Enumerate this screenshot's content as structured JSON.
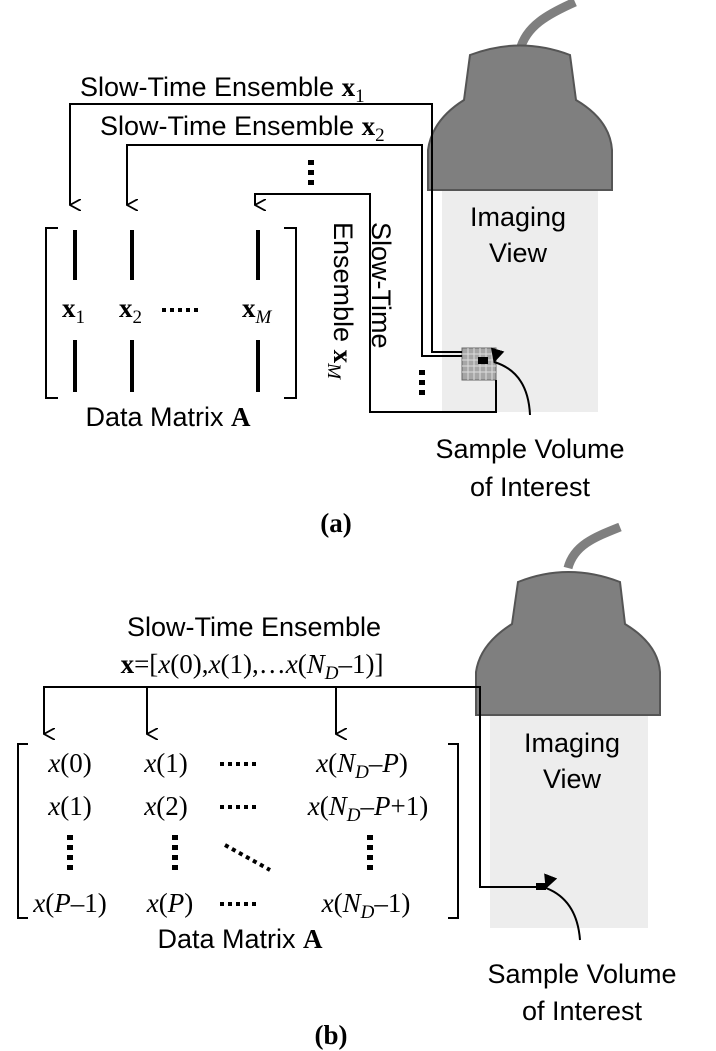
{
  "panel_a": {
    "ensemble_label_1": "Slow-Time Ensemble ",
    "ensemble_vec_1": "x",
    "ensemble_sub_1": "1",
    "ensemble_label_2": "Slow-Time Ensemble ",
    "ensemble_vec_2": "x",
    "ensemble_sub_2": "2",
    "ensemble_label_m_line1": "Slow-Time",
    "ensemble_label_m_line2": "Ensemble ",
    "ensemble_vec_m": "x",
    "ensemble_sub_m": "M",
    "column_vec": "x",
    "column_subs": [
      "1",
      "2",
      "M"
    ],
    "matrix_label": "Data Matrix ",
    "matrix_symbol": "A",
    "imaging_view_line1": "Imaging",
    "imaging_view_line2": "View",
    "sample_volume_line1": "Sample Volume",
    "sample_volume_line2": "of Interest",
    "caption": "(a)"
  },
  "panel_b": {
    "ensemble_label": "Slow-Time Ensemble",
    "ensemble_vec": "x",
    "ensemble_def_1": "=[",
    "ensemble_def_2": "x",
    "ensemble_def_3": "(0),",
    "ensemble_def_4": "x",
    "ensemble_def_5": "(1),…",
    "ensemble_def_6": "x",
    "ensemble_def_7": "(",
    "ensemble_def_8": "N",
    "ensemble_def_9": "D",
    "ensemble_def_10": "–1)]",
    "matrix_rows": [
      [
        "x(0)",
        "x(1)",
        "x(N_D–P)"
      ],
      [
        "x(1)",
        "x(2)",
        "x(N_D–P+1)"
      ],
      [
        "x(P–1)",
        "x(P)",
        "x(N_D–1)"
      ]
    ],
    "matrix_label": "Data Matrix ",
    "matrix_symbol": "A",
    "imaging_view_line1": "Imaging",
    "imaging_view_line2": "View",
    "sample_volume_line1": "Sample Volume",
    "sample_volume_line2": "of Interest",
    "caption": "(b)"
  },
  "colors": {
    "probe": "#7f7f7f",
    "probe_stroke": "#555555",
    "imaging_view": "#ededed",
    "grid_cell": "#a6a6a6"
  }
}
